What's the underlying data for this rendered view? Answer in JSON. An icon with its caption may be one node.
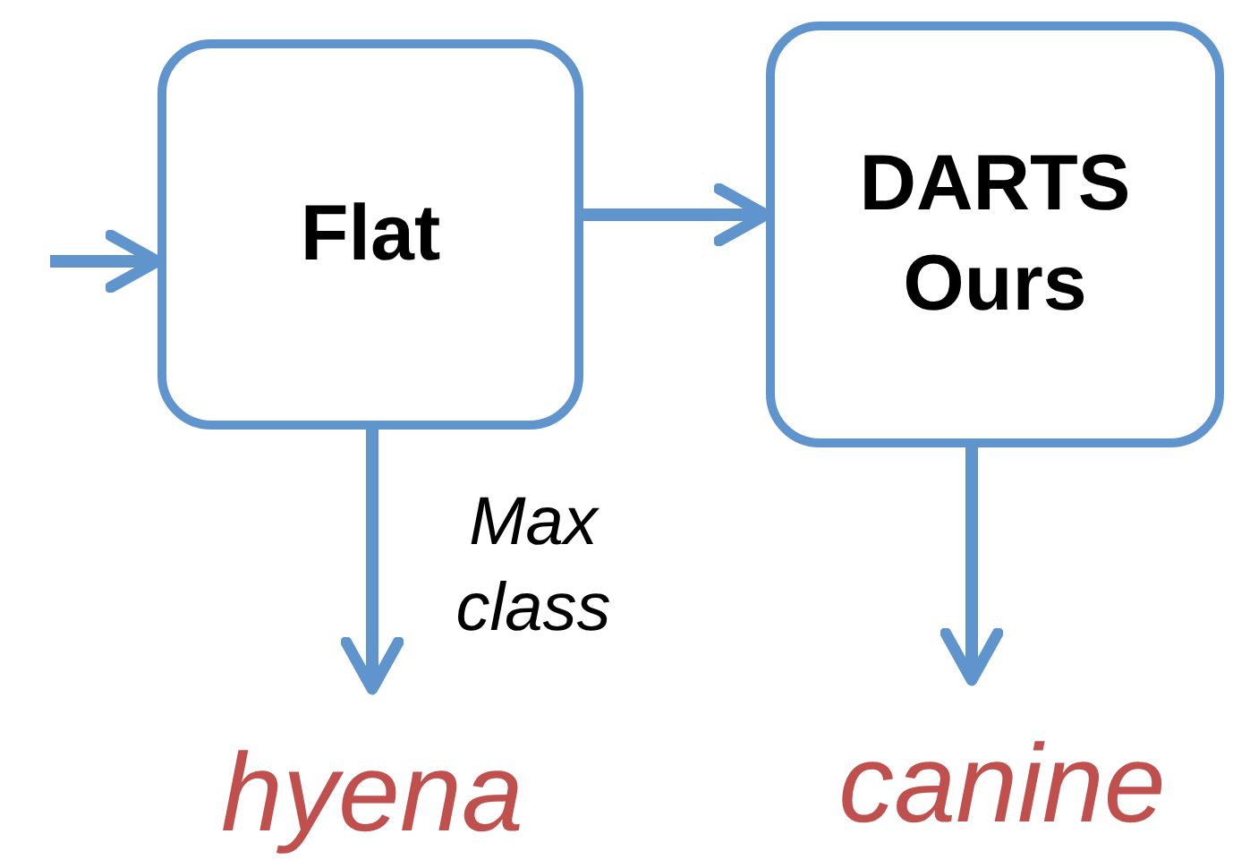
{
  "diagram": {
    "nodes": [
      {
        "text": [
          "Flat"
        ]
      },
      {
        "text": [
          "DARTS",
          "Ours"
        ]
      },
      {
        "text": [
          "hyena"
        ]
      },
      {
        "text": [
          "canine"
        ]
      }
    ],
    "edges": [
      {
        "from": null,
        "to": 0,
        "arrow": "to"
      },
      {
        "from": 0,
        "to": 1,
        "arrow": "to"
      },
      {
        "from": 0,
        "to": 2,
        "arrow": "to",
        "label": "Max class"
      },
      {
        "from": 1,
        "to": 3,
        "arrow": "to"
      }
    ]
  }
}
